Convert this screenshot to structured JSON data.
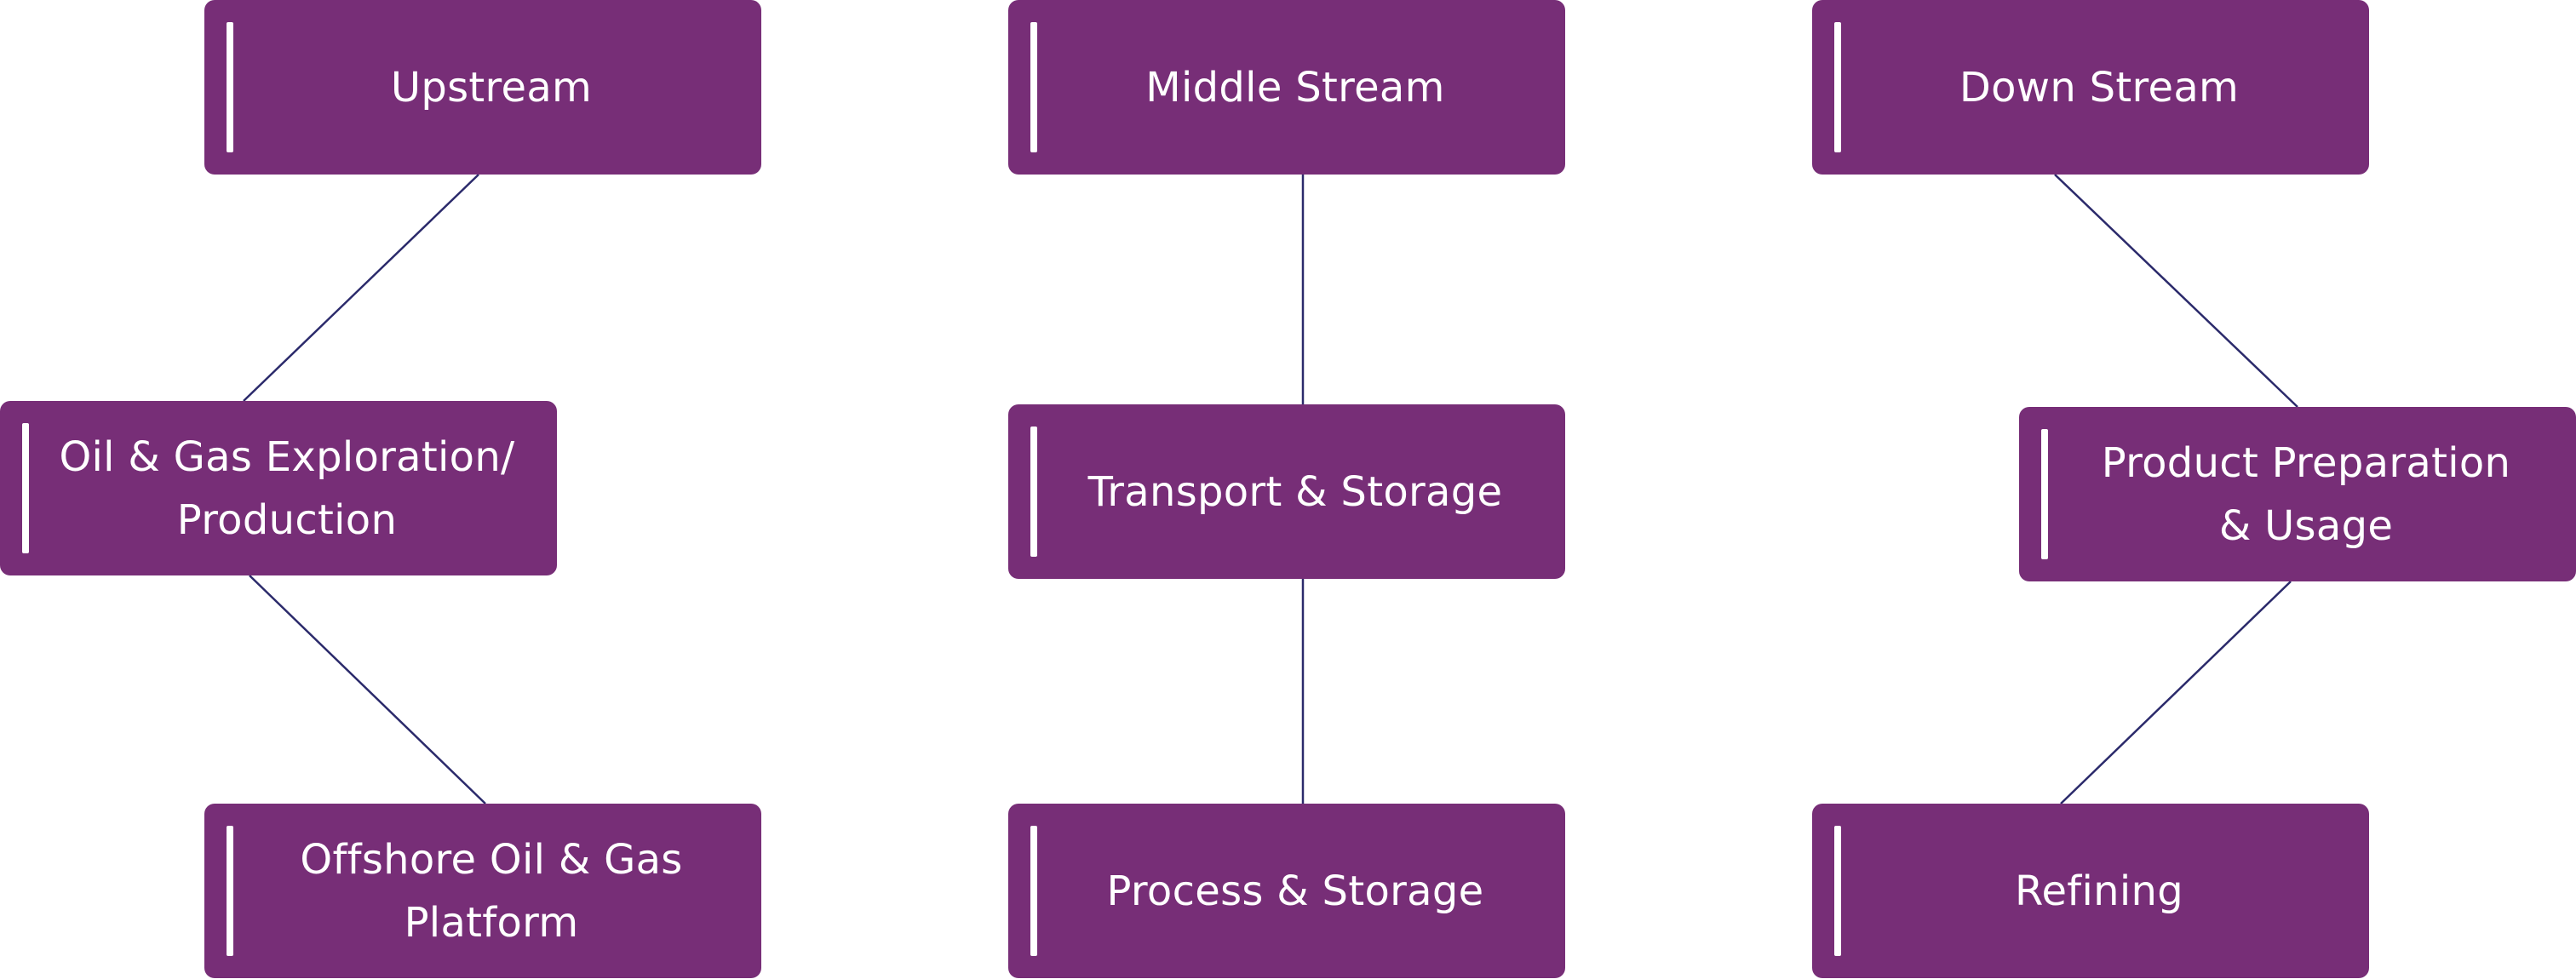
{
  "colors": {
    "node_fill": "#772e77",
    "node_text": "#ffffff",
    "accent_bar": "#ffffff",
    "connector": "#2b2a6b"
  },
  "nodes": {
    "upstream": {
      "label": "Upstream"
    },
    "middle_stream": {
      "label": "Middle Stream"
    },
    "down_stream": {
      "label": "Down Stream"
    },
    "exploration": {
      "label": "Oil & Gas Exploration/\nProduction"
    },
    "transport": {
      "label": "Transport & Storage"
    },
    "product_prep": {
      "label": "Product Preparation\n& Usage"
    },
    "offshore": {
      "label": "Offshore Oil & Gas\nPlatform"
    },
    "process": {
      "label": "Process & Storage"
    },
    "refining": {
      "label": "Refining"
    }
  },
  "edges": [
    {
      "from": "upstream",
      "to": "exploration"
    },
    {
      "from": "exploration",
      "to": "offshore"
    },
    {
      "from": "middle_stream",
      "to": "transport"
    },
    {
      "from": "transport",
      "to": "process"
    },
    {
      "from": "down_stream",
      "to": "product_prep"
    },
    {
      "from": "product_prep",
      "to": "refining"
    }
  ]
}
